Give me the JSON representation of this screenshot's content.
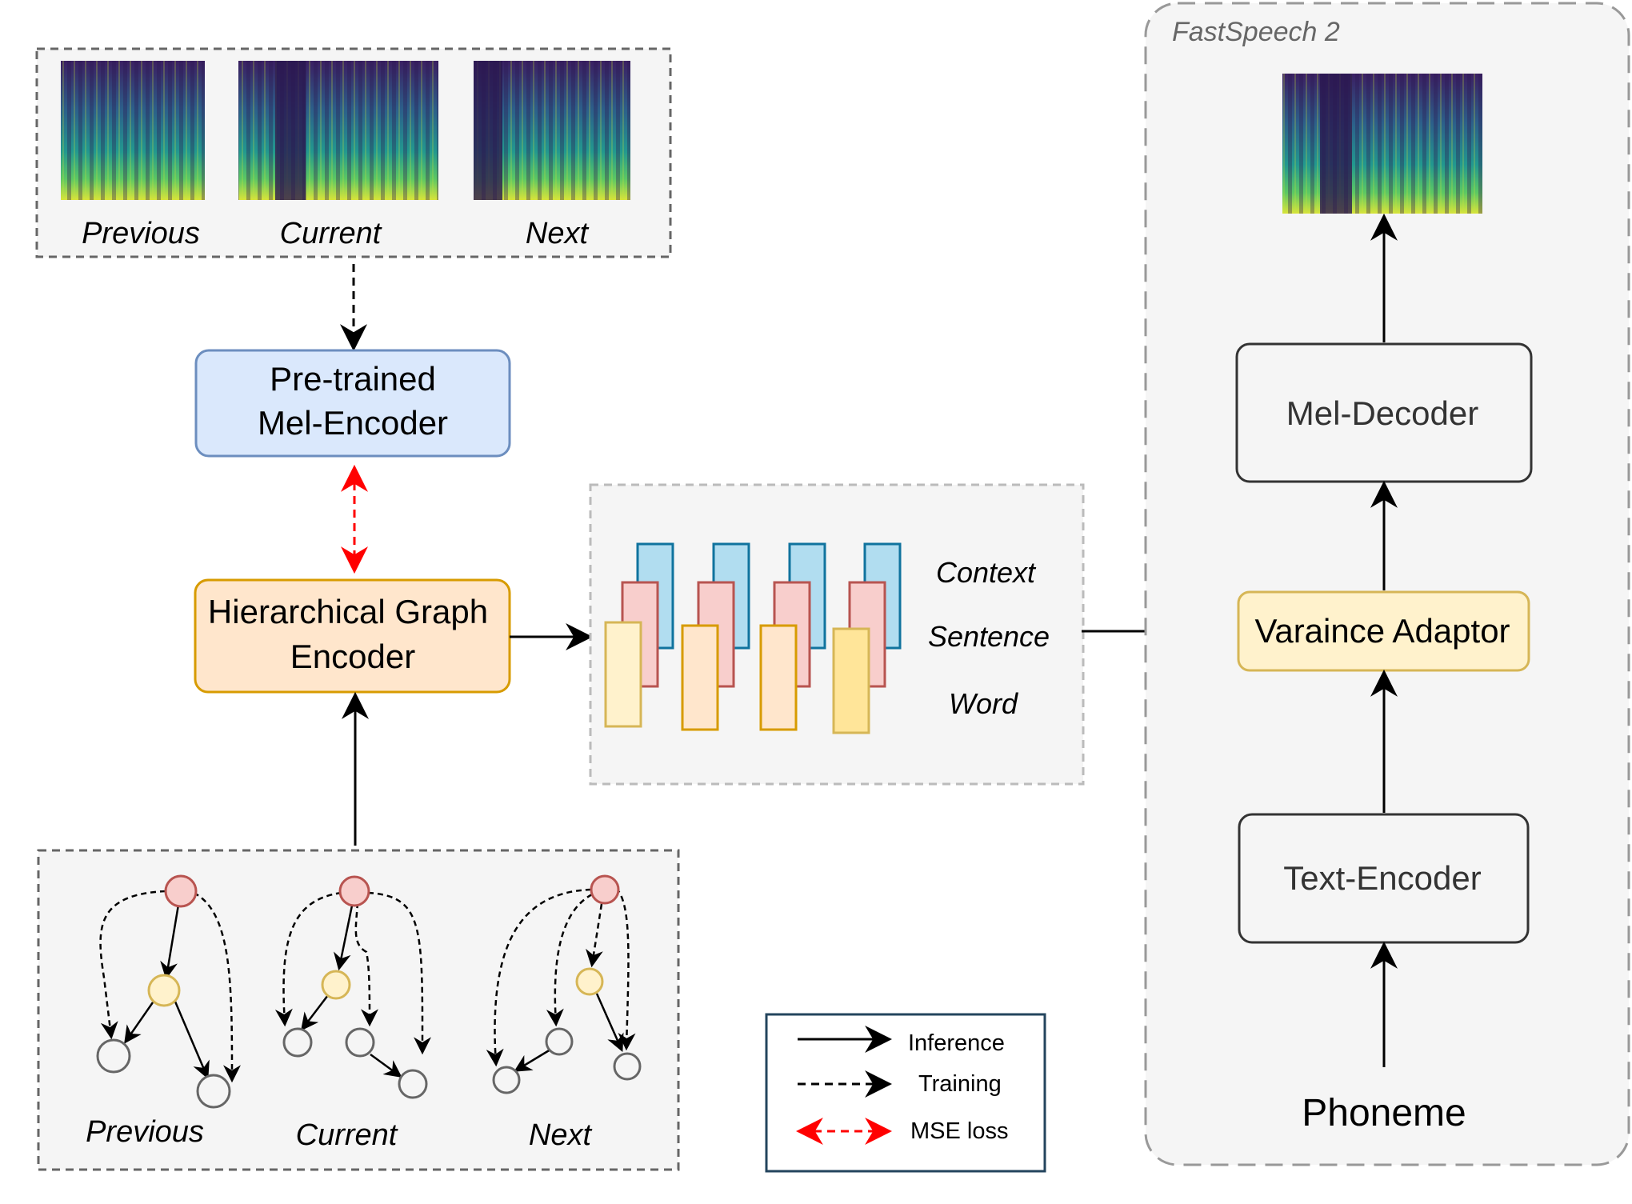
{
  "spectrogram_panel": {
    "labels": [
      "Previous",
      "Current",
      "Next"
    ]
  },
  "mel_encoder": {
    "line1": "Pre-trained",
    "line2": "Mel-Encoder"
  },
  "graph_encoder": {
    "line1": "Hierarchical Graph",
    "line2": "Encoder"
  },
  "embeddings_panel": {
    "labels": [
      "Context",
      "Sentence",
      "Word"
    ]
  },
  "graph_panel": {
    "labels": [
      "Previous",
      "Current",
      "Next"
    ]
  },
  "fastspeech": {
    "title": "FastSpeech 2",
    "mel_decoder": "Mel-Decoder",
    "variance_adaptor": "Varaince Adaptor",
    "text_encoder": "Text-Encoder",
    "input": "Phoneme"
  },
  "legend": {
    "items": [
      "Inference",
      "Training",
      "MSE loss"
    ]
  },
  "colors": {
    "mel_encoder_fill": "#dae8fc",
    "mel_encoder_stroke": "#6c8ebf",
    "graph_encoder_fill": "#ffe6cc",
    "graph_encoder_stroke": "#d79b00",
    "variance_fill": "#fff2cc",
    "variance_stroke": "#d6b656",
    "context_fill": "#b1ddf0",
    "context_stroke": "#10739e",
    "sentence_fill": "#f8cecc",
    "sentence_stroke": "#b85450",
    "word_fill": "#fff2cc",
    "word_stroke": "#d6b656",
    "mse_arrow": "#ff0000",
    "panel_fill": "#f5f5f5"
  }
}
